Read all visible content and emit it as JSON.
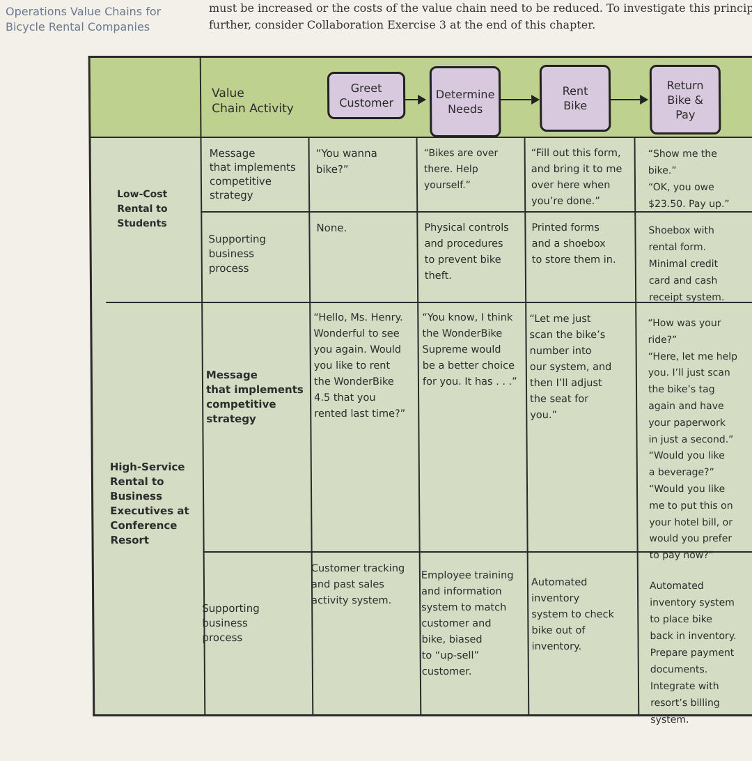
{
  "page": {
    "margin_title": "Operations Value Chains for Bicycle Rental Companies",
    "intro_line1": "must be increased or the costs of the value chain need to be reduced. To investigate this principle",
    "intro_line2": "further, consider Collaboration Exercise 3 at the end of this chapter."
  },
  "table": {
    "header_label": "Value\nChain Activity",
    "steps": [
      "Greet\nCustomer",
      "Determine\nNeeds",
      "Rent\nBike",
      "Return\nBike &\nPay"
    ],
    "row_labels": {
      "message": "Message\nthat implements\ncompetitive\nstrategy",
      "process": "Supporting\nbusiness\nprocess"
    },
    "segments": [
      {
        "name": "Low-Cost\nRental to\nStudents",
        "message": [
          "“You wanna\nbike?”",
          "“Bikes are over\nthere. Help\nyourself.”",
          "“Fill out this form,\nand bring it to me\nover here when\nyou’re done.”",
          "“Show me the\nbike.”\n“OK, you owe\n$23.50. Pay up.”"
        ],
        "process": [
          "None.",
          "Physical controls\nand procedures\nto prevent bike\ntheft.",
          "Printed forms\nand a shoebox\nto store them in.",
          "Shoebox with\nrental form.\nMinimal credit\ncard and cash\nreceipt system."
        ]
      },
      {
        "name": "High-Service\nRental to\nBusiness\nExecutives at\nConference\nResort",
        "message": [
          "“Hello, Ms. Henry.\nWonderful to see\nyou again. Would\nyou like to rent\nthe WonderBike\n4.5 that you\nrented last time?”",
          "“You know, I think\nthe WonderBike\nSupreme would\nbe a better choice\nfor you. It has . . .”",
          "“Let me just\nscan the bike’s\nnumber into\nour system, and\nthen I’ll adjust\nthe seat for\nyou.”",
          "“How was your\nride?”\n“Here, let me help\nyou. I’ll just scan\nthe bike’s tag\nagain and have\nyour paperwork\nin just a second.”\n“Would you like\na beverage?”\n“Would you like\nme to put this on\nyour hotel bill, or\nwould you prefer\nto pay now?”"
        ],
        "process": [
          "Customer tracking\nand past sales\nactivity system.",
          "Employee training\nand information\nsystem to match\ncustomer and\nbike, biased\nto “up-sell”\ncustomer.",
          "Automated\ninventory\nsystem to check\nbike out of\ninventory.",
          "Automated\ninventory system\nto place bike\nback in inventory.\nPrepare payment\ndocuments.\nIntegrate with\nresort’s billing\nsystem."
        ]
      }
    ]
  }
}
